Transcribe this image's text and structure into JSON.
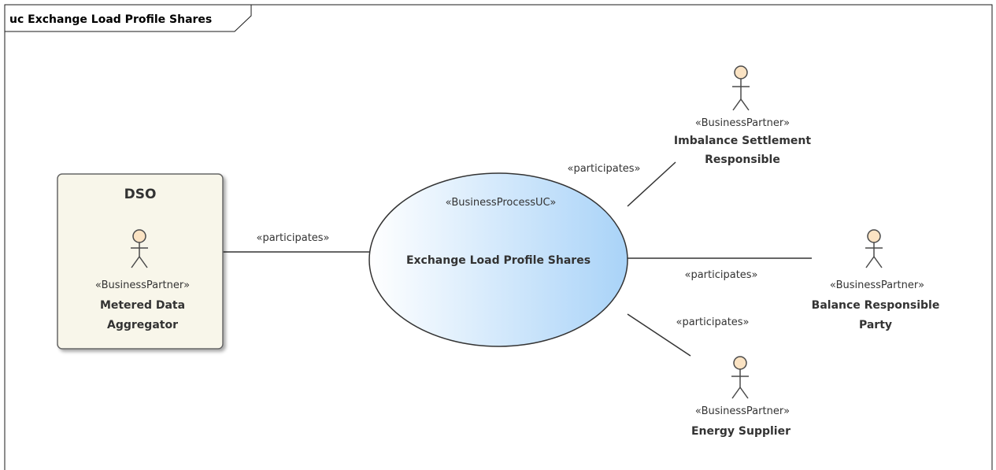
{
  "frame": {
    "title": "uc Exchange Load Profile Shares"
  },
  "boundary": {
    "name": "DSO",
    "actor": {
      "stereotype": "«BusinessPartner»",
      "name_lines": [
        "Metered Data",
        "Aggregator"
      ]
    }
  },
  "usecase": {
    "stereotype": "«BusinessProcessUC»",
    "name": "Exchange Load Profile Shares",
    "gradient": [
      "#ffffff",
      "#a9d3f8"
    ]
  },
  "actors": [
    {
      "id": "imbalance",
      "stereotype": "«BusinessPartner»",
      "name_lines": [
        "Imbalance Settlement",
        "Responsible"
      ]
    },
    {
      "id": "brp",
      "stereotype": "«BusinessPartner»",
      "name_lines": [
        "Balance Responsible",
        "Party"
      ]
    },
    {
      "id": "supplier",
      "stereotype": "«BusinessPartner»",
      "name_lines": [
        "Energy Supplier"
      ]
    }
  ],
  "associations": [
    {
      "id": "mda",
      "label": "«participates»"
    },
    {
      "id": "imbalance",
      "label": "«participates»"
    },
    {
      "id": "brp",
      "label": "«participates»"
    },
    {
      "id": "supplier",
      "label": "«participates»"
    }
  ],
  "colors": {
    "actor_fill": "#fbe3c3",
    "boundary_fill": "#f8f6ea",
    "line": "#333333",
    "text": "#333333"
  }
}
